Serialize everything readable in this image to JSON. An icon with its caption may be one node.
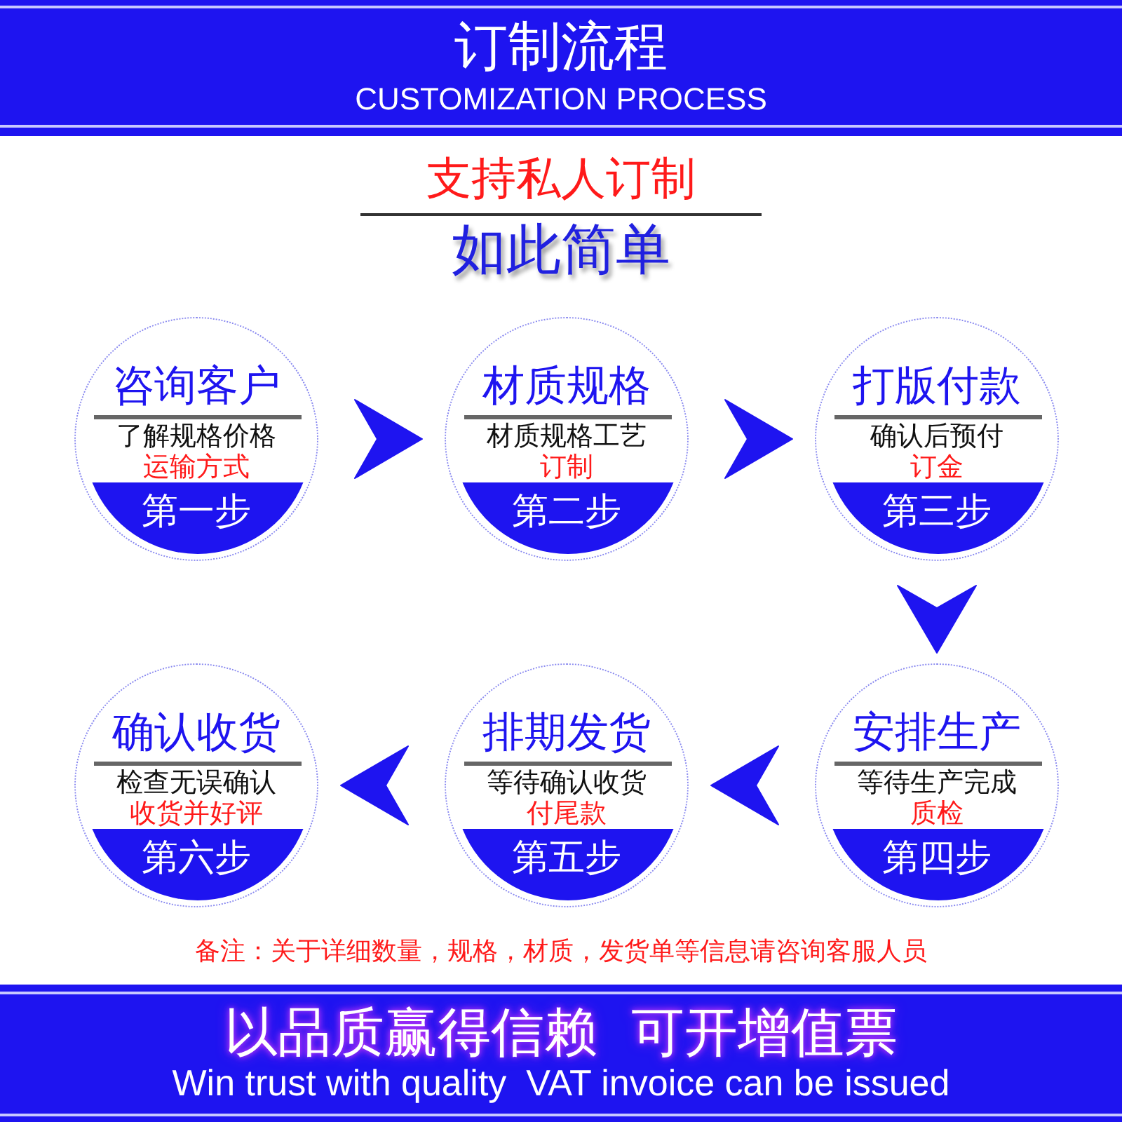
{
  "diagram": {
    "title": "订制流程",
    "nodes": [
      {
        "text": [
          "咨询客户",
          "了解规格价格",
          "运输方式",
          "第一步"
        ]
      },
      {
        "text": [
          "材质规格",
          "材质规格工艺",
          "订制",
          "第二步"
        ]
      },
      {
        "text": [
          "打版付款",
          "确认后预付",
          "订金",
          "第三步"
        ]
      },
      {
        "text": [
          "安排生产",
          "等待生产完成",
          "质检",
          "第四步"
        ]
      },
      {
        "text": [
          "排期发货",
          "等待确认收货",
          "付尾款",
          "第五步"
        ]
      },
      {
        "text": [
          "确认收货",
          "检查无误确认",
          "收货并好评",
          "第六步"
        ]
      }
    ],
    "edges": [
      {
        "from": 0,
        "to": 1,
        "arrow": "to"
      },
      {
        "from": 1,
        "to": 2,
        "arrow": "to"
      },
      {
        "from": 2,
        "to": 3,
        "arrow": "to"
      },
      {
        "from": 3,
        "to": 4,
        "arrow": "to"
      },
      {
        "from": 4,
        "to": 5,
        "arrow": "to"
      }
    ],
    "labels": [
      "CUSTOMIZATION PROCESS",
      "支持私人订制",
      "如此简单",
      "备注：关于详细数量，规格，材质，发货单等信息请咨询客服人员",
      "以品质赢得信赖",
      "可开增值票",
      "Win trust with quality",
      "VAT invoice can be issued"
    ]
  }
}
